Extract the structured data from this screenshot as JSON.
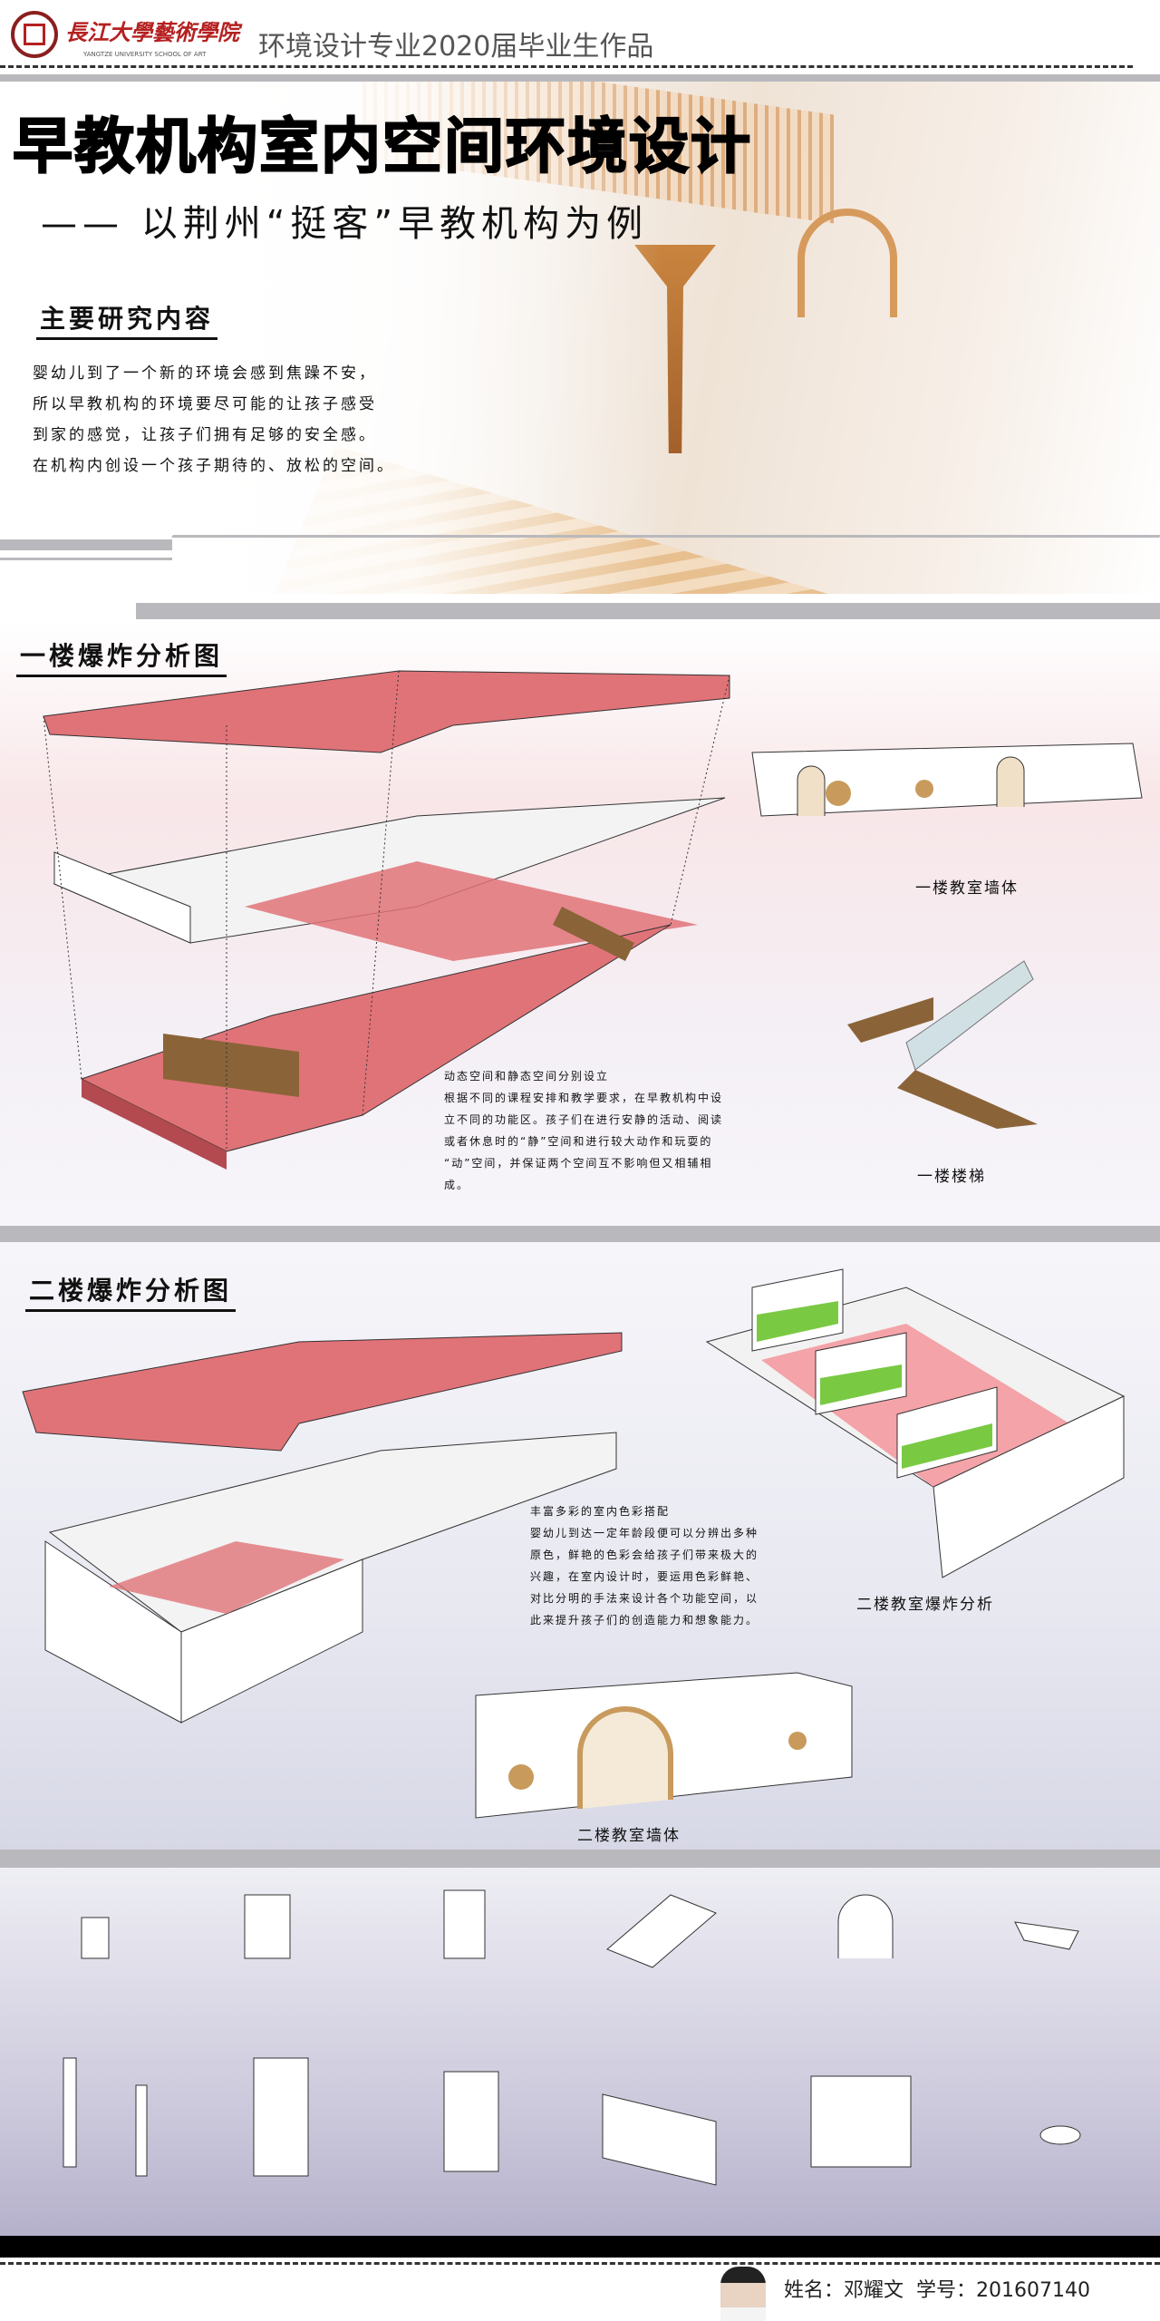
{
  "header": {
    "school_name": "長江大學藝術學院",
    "school_name_en": "YANGTZE UNIVERSITY SCHOOL OF ART",
    "program": "环境设计专业2020届毕业生作品"
  },
  "poster": {
    "title": "早教机构室内空间环境设计",
    "subtitle": "—— 以荆州“挺客”早教机构为例"
  },
  "research": {
    "heading": "主要研究内容",
    "lines": [
      "婴幼儿到了一个新的环境会感到焦躁不安，",
      "所以早教机构的环境要尽可能的让孩子感受",
      "到家的感觉，让孩子们拥有足够的安全感。",
      "在机构内创设一个孩子期待的、放松的空间。"
    ]
  },
  "floor1": {
    "heading": "一楼爆炸分析图",
    "wall_label": "一楼教室墙体",
    "stair_label": "一楼楼梯",
    "text_lines": [
      "动态空间和静态空间分别设立",
      "根据不同的课程安排和教学要求，在早教机构中设",
      "立不同的功能区。孩子们在进行安静的活动、阅读",
      "或者休息时的“静”空间和进行较大动作和玩耍的",
      "“动”空间，并保证两个空间互不影响但又相辅相",
      "成。"
    ]
  },
  "floor2": {
    "heading": "二楼爆炸分析图",
    "classroom_label": "二楼教室爆炸分析",
    "wall_label": "二楼教室墙体",
    "text_lines": [
      "丰富多彩的室内色彩搭配",
      "婴幼儿到达一定年龄段便可以分辨出多种",
      "原色，鲜艳的色彩会给孩子们带来极大的",
      "兴趣，在室内设计时，要运用色彩鲜艳、",
      "对比分明的手法来设计各个功能空间，以",
      "此来提升孩子们的创造能力和想象能力。"
    ]
  },
  "footer": {
    "name_label": "姓名：",
    "name": "邓耀文",
    "id_label": "学号：",
    "id": "201607140"
  },
  "colors": {
    "accent_red": "#e07378",
    "band_gray": "#b9b9bd"
  }
}
